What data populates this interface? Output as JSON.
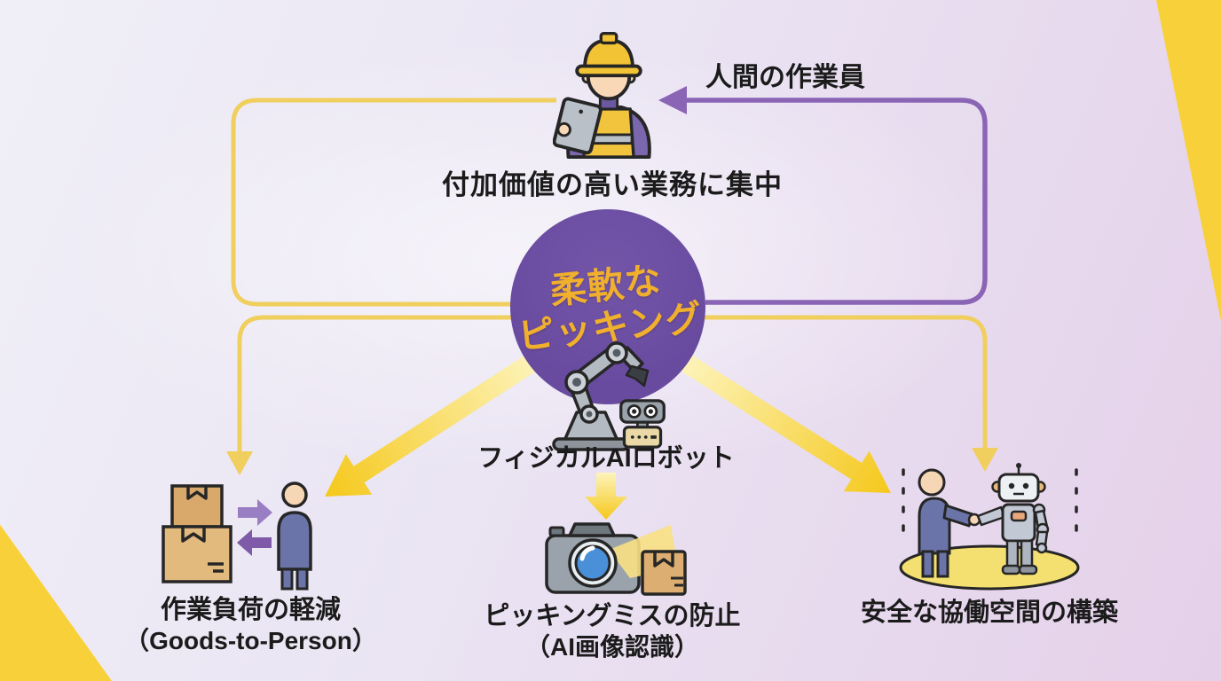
{
  "colors": {
    "purple_circle": "#684a9f",
    "circle_text": "#f0b02e",
    "purple_arrow": "#8a65b5",
    "yellow_line": "#f0cf5e",
    "big_arrow_start": "#fdf4bc",
    "big_arrow_end": "#f5c81b",
    "wedge": "#f8d13a",
    "text": "#1b1b1b"
  },
  "top": {
    "worker_label": "人間の作業員",
    "worker_caption": "付加価値の高い業務に集中"
  },
  "center": {
    "title_line1": "柔軟な",
    "title_line2": "ピッキング",
    "robot_caption": "フィジカルAIロボット"
  },
  "outcomes": [
    {
      "label": "作業負荷の軽減",
      "sublabel": "（Goods-to-Person）"
    },
    {
      "label": "ピッキングミスの防止",
      "sublabel": "（AI画像認識）"
    },
    {
      "label": "安全な協働空間の構築",
      "sublabel": ""
    }
  ],
  "icons": {
    "top": "worker-with-tablet-icon",
    "center": [
      "robot-arm-icon",
      "vision-sensor-icon"
    ],
    "outcome_left": "boxes-exchange-person-icon",
    "outcome_center": "camera-scanning-box-icon",
    "outcome_right": "human-robot-handshake-icon"
  }
}
